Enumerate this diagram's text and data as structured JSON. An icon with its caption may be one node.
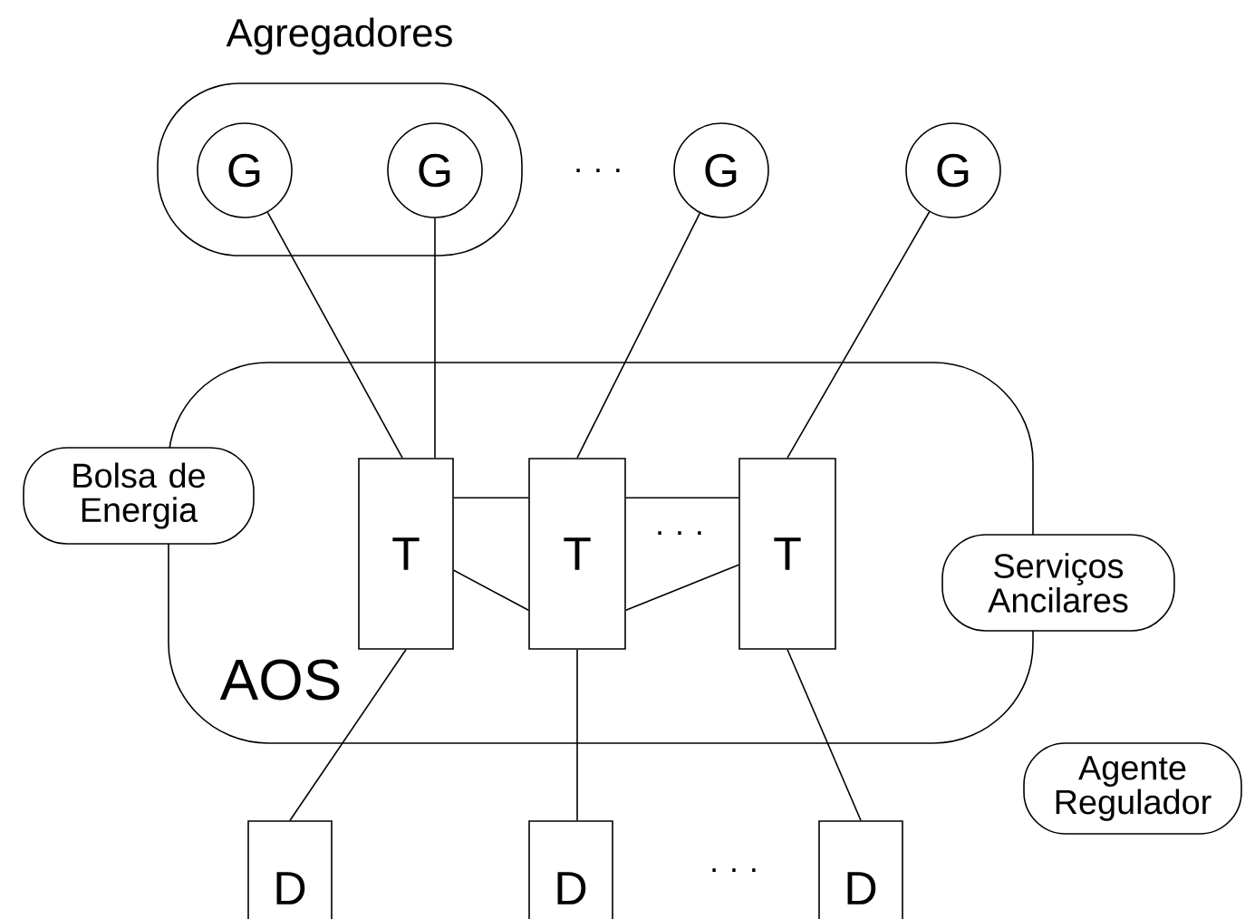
{
  "diagram": {
    "nodes": [
      {
        "text": [
          "Agregadores"
        ]
      },
      {
        "text": [
          "G"
        ],
        "in": 0
      },
      {
        "text": [
          "G"
        ],
        "in": 0
      },
      {
        "text": [
          "G"
        ]
      },
      {
        "text": [
          "G"
        ]
      },
      {
        "text": [
          "AOS"
        ]
      },
      {
        "text": [
          "T"
        ],
        "in": 5
      },
      {
        "text": [
          "T"
        ],
        "in": 5
      },
      {
        "text": [
          "T"
        ],
        "in": 5
      },
      {
        "text": [
          "Bolsa de Energia"
        ]
      },
      {
        "text": [
          "Serviços Ancilares"
        ]
      },
      {
        "text": [
          "Agente Regulador"
        ]
      },
      {
        "text": [
          "D"
        ]
      },
      {
        "text": [
          "D"
        ]
      },
      {
        "text": [
          "D"
        ]
      }
    ],
    "edges": [
      {
        "from": 1,
        "to": 6,
        "arrow": "none"
      },
      {
        "from": 2,
        "to": 6,
        "arrow": "none"
      },
      {
        "from": 3,
        "to": 7,
        "arrow": "none"
      },
      {
        "from": 4,
        "to": 8,
        "arrow": "none"
      },
      {
        "from": 6,
        "to": 7,
        "arrow": "none"
      },
      {
        "from": 6,
        "to": 7,
        "arrow": "none"
      },
      {
        "from": 7,
        "to": 8,
        "arrow": "none"
      },
      {
        "from": 7,
        "to": 8,
        "arrow": "none"
      },
      {
        "from": 6,
        "to": 12,
        "arrow": "none"
      },
      {
        "from": 7,
        "to": 13,
        "arrow": "none"
      },
      {
        "from": 8,
        "to": 14,
        "arrow": "none"
      }
    ],
    "labels": [
      "· · ·",
      "· · ·",
      "· · ·"
    ]
  }
}
